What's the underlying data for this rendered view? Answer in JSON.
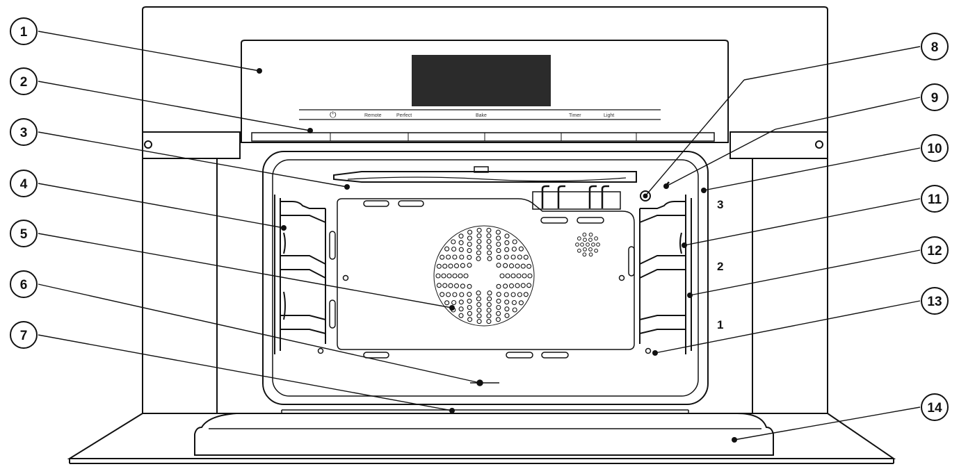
{
  "callouts": [
    {
      "n": "1"
    },
    {
      "n": "2"
    },
    {
      "n": "3"
    },
    {
      "n": "4"
    },
    {
      "n": "5"
    },
    {
      "n": "6"
    },
    {
      "n": "7"
    },
    {
      "n": "8"
    },
    {
      "n": "9"
    },
    {
      "n": "10"
    },
    {
      "n": "11"
    },
    {
      "n": "12"
    },
    {
      "n": "13"
    },
    {
      "n": "14"
    }
  ],
  "rack_levels": [
    "3",
    "2",
    "1"
  ],
  "control_panel": {
    "power_symbol": "⏻",
    "labels": [
      "Remote",
      "Perfect",
      "Bake",
      "Timer",
      "Light"
    ]
  },
  "colors": {
    "line": "#111111",
    "display": "#2b2b2b",
    "background": "#ffffff"
  }
}
